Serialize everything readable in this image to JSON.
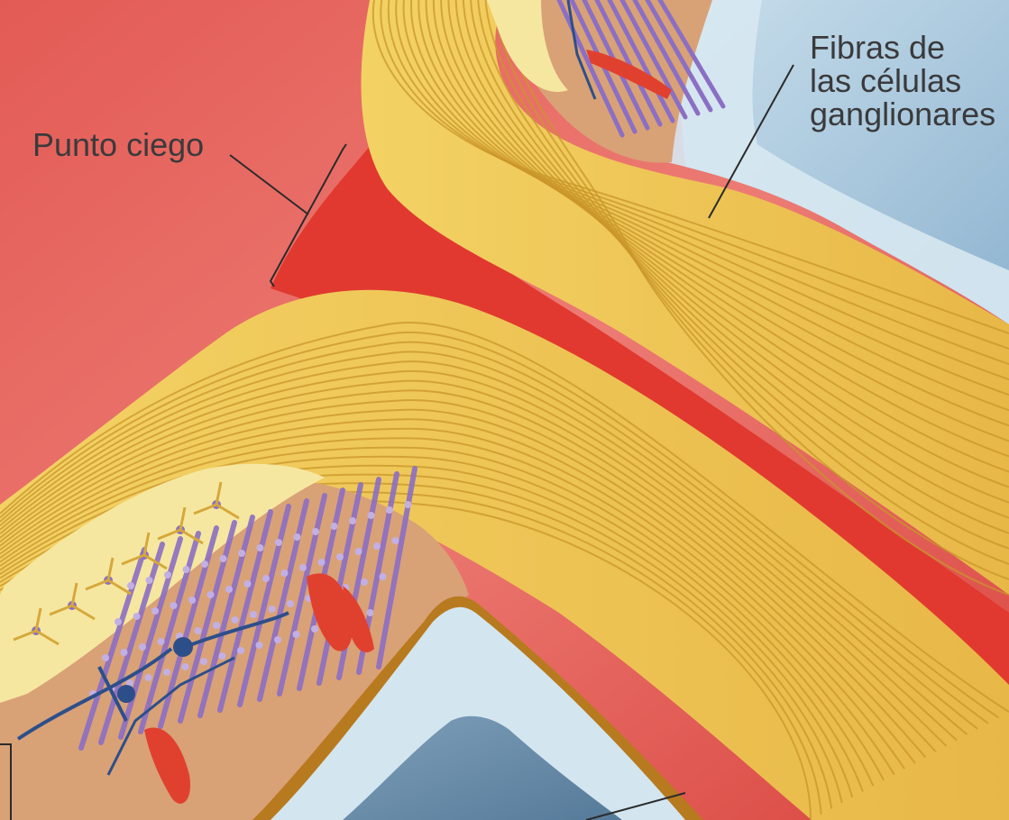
{
  "labels": {
    "blind_spot": "Punto ciego",
    "fibers_line1": "Fibras de",
    "fibers_line2": "las células",
    "fibers_line3": "ganglionares"
  },
  "colors": {
    "choroid_red": "#e14a42",
    "background_red": "#e8675f",
    "fiber_yellow": "#f0c850",
    "fiber_line": "#c9952a",
    "fiber_dark": "#b87a1f",
    "vitreous_blue": "#a9c8dd",
    "pale_blue": "#d3e6f0",
    "steel_blue": "#6f93b0",
    "ganglion_pale": "#f6e7a0",
    "retina_tan": "#d9a176",
    "rod_purple": "#8b6fc4",
    "bipolar_navy": "#2c4f8a",
    "cone_red": "#e0412f",
    "leader_line": "#2b2b2b"
  }
}
